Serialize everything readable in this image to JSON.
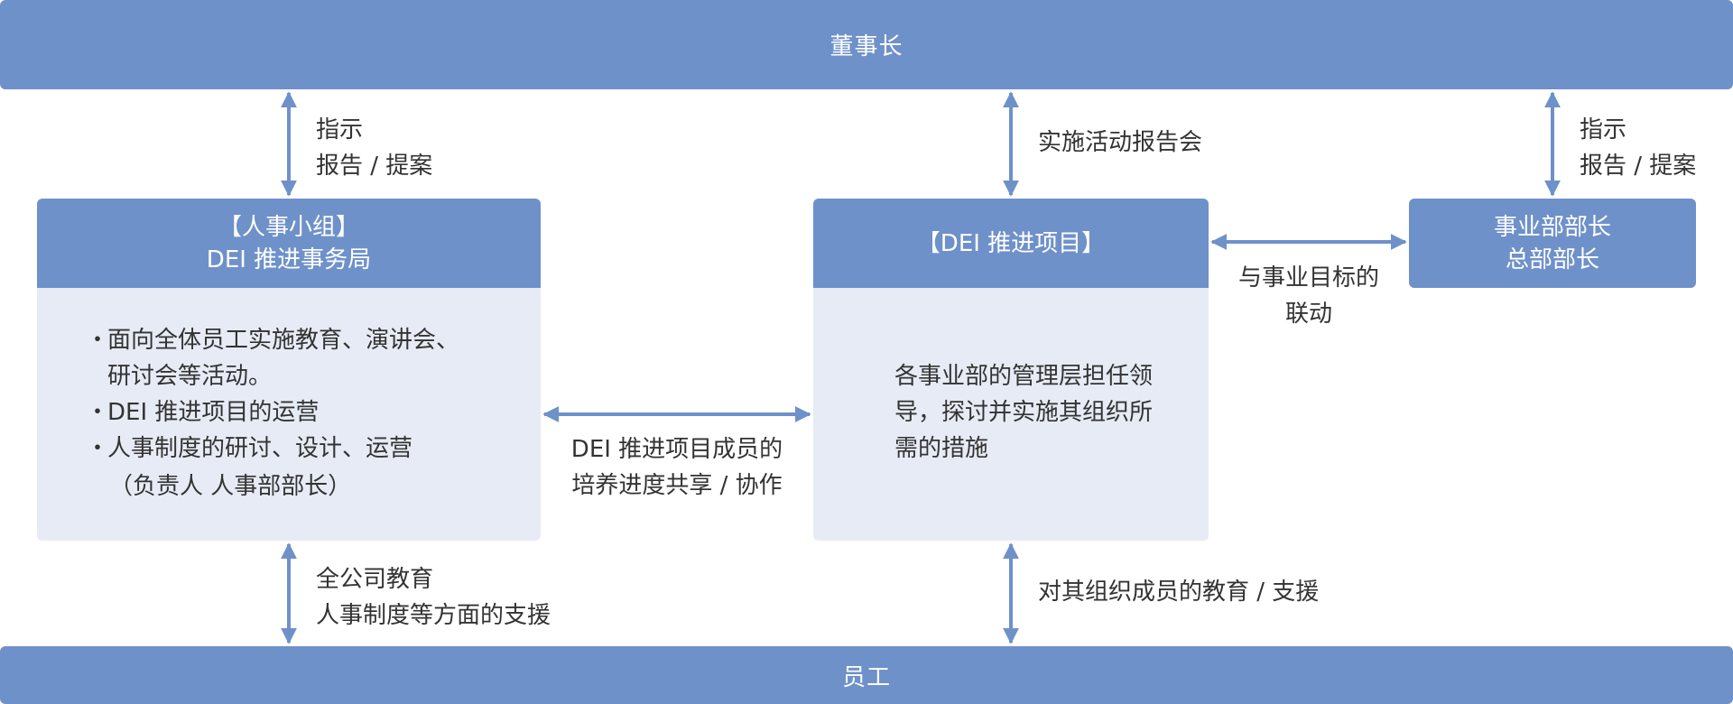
{
  "top_bar": {
    "label": "董事长"
  },
  "bottom_bar": {
    "label": "员工"
  },
  "hr_panel": {
    "title_line1": "【人事小组】",
    "title_line2": "DEI 推进事务局",
    "bullet": "・",
    "items": [
      "面向全体员工实施教育、演讲会、",
      "研讨会等活动。",
      "DEI 推进项目的运营",
      "人事制度的研讨、设计、运营"
    ],
    "note": "（负责人 人事部部长）"
  },
  "dei_panel": {
    "title": "【DEI 推进项目】",
    "description": "各事业部的管理层担任领导，探讨并实施其组织所需的措施"
  },
  "exec_panel": {
    "title_line1": "事业部部长",
    "title_line2": "总部部长"
  },
  "labels": {
    "left_top_line1": "指示",
    "left_top_line2": "报告 / 提案",
    "mid_top": "实施活动报告会",
    "right_top_line1": "指示",
    "right_top_line2": "报告 / 提案",
    "business_link_line1": "与事业目标的",
    "business_link_line2": "联动",
    "center_line1": "DEI 推进项目成员的",
    "center_line2": "培养进度共享 / 协作",
    "left_bottom_line1": "全公司教育",
    "left_bottom_line2": "人事制度等方面的支援",
    "mid_bottom": "对其组织成员的教育 / 支援"
  },
  "colors": {
    "primary": "#6f91ca",
    "panel_body": "#e6ebf5",
    "text": "#333333"
  }
}
